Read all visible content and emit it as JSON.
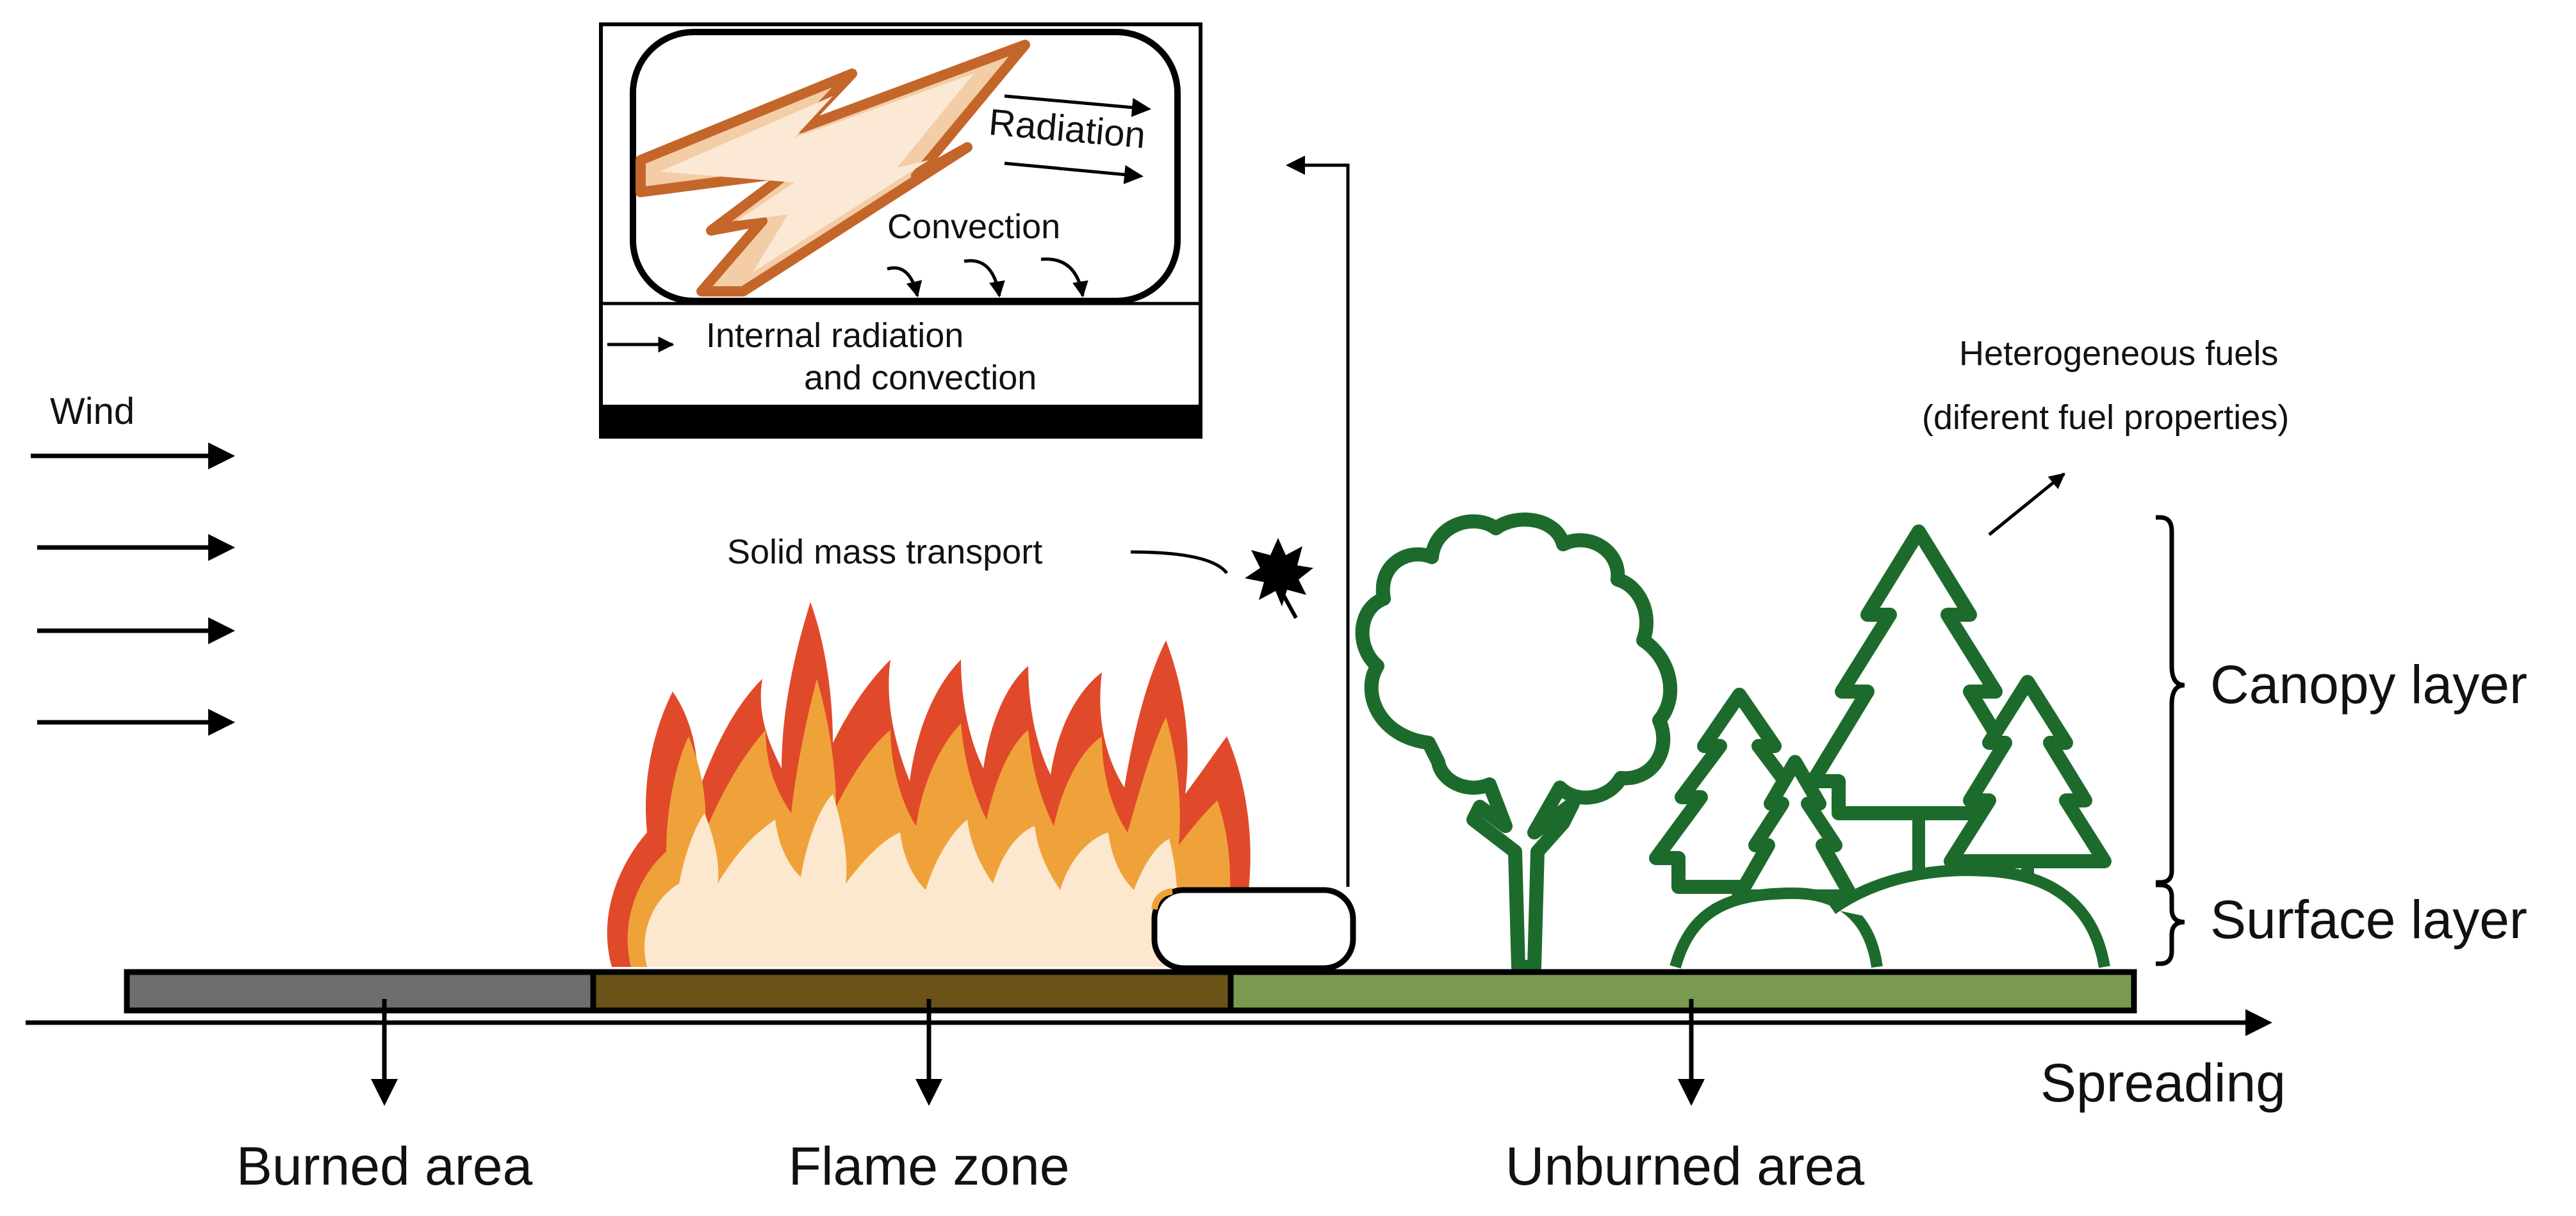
{
  "labels": {
    "wind": "Wind",
    "radiation": "Radiation",
    "convection": "Convection",
    "internal_radiation_line1": "Internal radiation",
    "internal_radiation_line2": "and convection",
    "solid_mass_transport": "Solid mass transport",
    "heterogeneous_line1": "Heterogeneous fuels",
    "heterogeneous_line2": "(diferent fuel properties)",
    "canopy_layer": "Canopy layer",
    "surface_layer": "Surface layer",
    "spreading": "Spreading",
    "burned_area": "Burned area",
    "flame_zone": "Flame zone",
    "unburned_area": "Unburned area"
  },
  "colors": {
    "burned_area": "#6e6e6e",
    "flame_zone": "#6b5318",
    "unburned_area": "#7a9a52",
    "tree_outline": "#1d6b2c",
    "flame_outer": "#e04a2a",
    "flame_middle": "#f0a23a",
    "flame_core": "#fbe8cf"
  },
  "icons": {
    "leaf": "leaf-icon",
    "flame": "flame-icon",
    "trees": "tree-icon"
  }
}
